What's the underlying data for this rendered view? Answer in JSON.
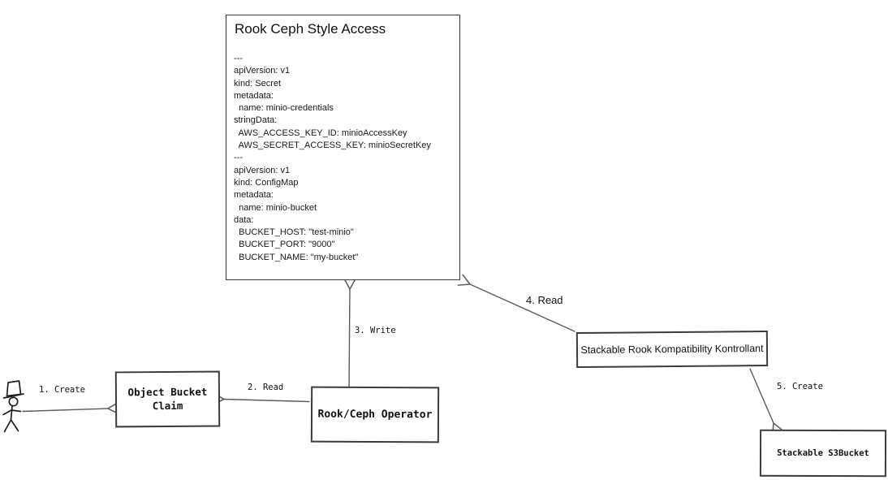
{
  "diagram": {
    "main_box": {
      "title": "Rook Ceph Style Access",
      "yaml": "---\napiVersion: v1\nkind: Secret\nmetadata:\n  name: minio-credentials\nstringData:\n  AWS_ACCESS_KEY_ID: minioAccessKey\n  AWS_SECRET_ACCESS_KEY: minioSecretKey\n---\napiVersion: v1\nkind: ConfigMap\nmetadata:\n  name: minio-bucket\ndata:\n  BUCKET_HOST: \"test-minio\"\n  BUCKET_PORT: \"9000\"\n  BUCKET_NAME: \"my-bucket\""
    },
    "nodes": {
      "object_bucket_claim": "Object Bucket\nClaim",
      "rook_ceph_operator": "Rook/Ceph Operator",
      "stackable_kontrollant": "Stackable Rook Kompatibility Kontrollant",
      "stackable_s3bucket": "Stackable S3Bucket"
    },
    "edges": {
      "create_obc": "1. Create",
      "read_obc": "2. Read",
      "write_secret": "3. Write",
      "read_secret": "4. Read",
      "create_s3bucket": "5. Create"
    },
    "actor_icon": "stick-figure-user-icon"
  },
  "colors": {
    "box_stroke": "#3b3b3b",
    "arrow_stroke": "#5c5c5c",
    "text": "#111111",
    "background": "#ffffff"
  }
}
